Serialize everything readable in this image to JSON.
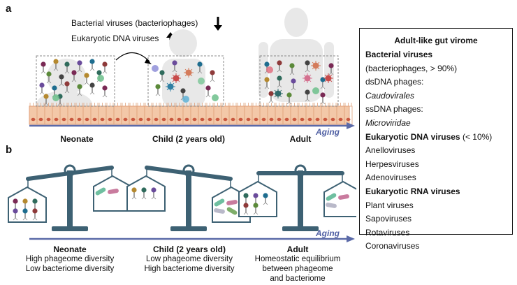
{
  "panel_a": {
    "letter": "a",
    "legend": {
      "bacterial": "Bacterial viruses (bacteriophages)",
      "eukaryotic": "Eukaryotic DNA viruses"
    },
    "stages": [
      "Neonate",
      "Child (2 years old)",
      "Adult"
    ],
    "aging": "Aging"
  },
  "panel_b": {
    "letter": "b",
    "stages": [
      {
        "label": "Neonate",
        "lines": [
          "High phageome diversity",
          "Low bacteriome diversity"
        ]
      },
      {
        "label": "Child (2 years old)",
        "lines": [
          "Low phageome diversity",
          "High bacteriome diversity"
        ]
      },
      {
        "label": "Adult",
        "lines": [
          "Homeostatic equilibrium",
          "between phageome",
          "and bacteriome"
        ]
      }
    ],
    "aging": "Aging"
  },
  "virome_box": {
    "title": "Adult-like gut virome",
    "items": [
      {
        "text": "Bacterial viruses",
        "style": "bold"
      },
      {
        "text": "(bacteriophages, > 90%)",
        "style": "normal"
      },
      {
        "text": "dsDNA phages:",
        "style": "normal"
      },
      {
        "text": "Caudovirales",
        "style": "italic"
      },
      {
        "text": "ssDNA phages:",
        "style": "normal"
      },
      {
        "text": "Microviridae",
        "style": "italic"
      },
      {
        "text": "Eukaryotic DNA viruses",
        "style": "bold",
        "suffix": " (< 10%)"
      },
      {
        "text": "Anelloviruses",
        "style": "normal"
      },
      {
        "text": "Herpesviruses",
        "style": "normal"
      },
      {
        "text": "Adenoviruses",
        "style": "normal"
      },
      {
        "text": "Eukaryotic RNA viruses",
        "style": "bold"
      },
      {
        "text": "Plant viruses",
        "style": "normal"
      },
      {
        "text": "Sapoviruses",
        "style": "normal"
      },
      {
        "text": "Rotaviruses",
        "style": "normal"
      },
      {
        "text": "Coronaviruses",
        "style": "normal"
      }
    ]
  },
  "colors": {
    "epithelium": "#f3c8a8",
    "epithelium_border": "#e0a27c",
    "timeline": "#5b6aa8",
    "scale": "#3d6173",
    "silhouette": "#e8e8e8"
  }
}
